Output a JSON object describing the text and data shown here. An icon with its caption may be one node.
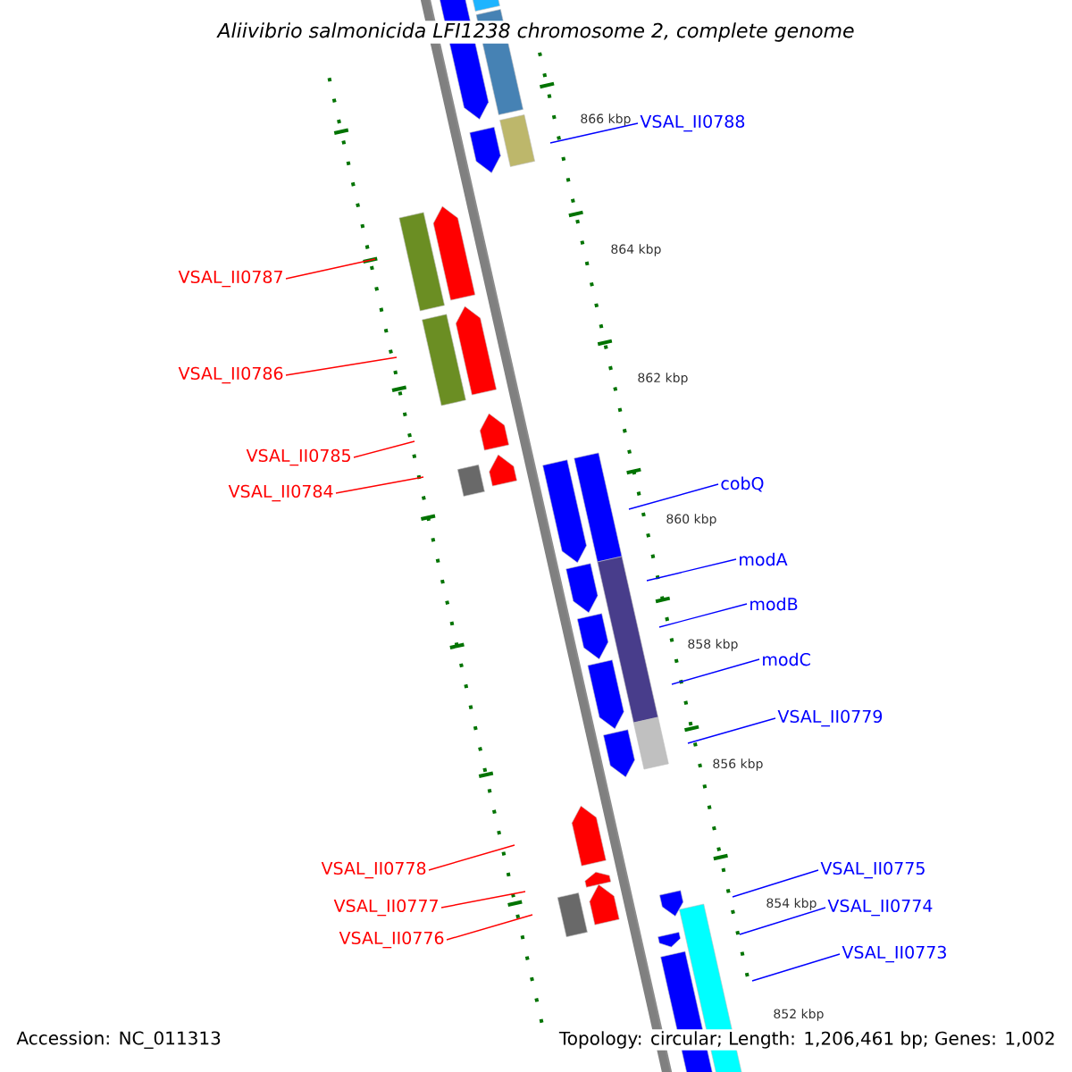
{
  "diagram": {
    "title": "Aliivibrio salmonicida LFI1238 chromosome 2, complete genome",
    "nodes": [
      {
        "text": [
          "VSAL_II0788"
        ]
      },
      {
        "text": [
          "VSAL_II0787"
        ]
      },
      {
        "text": [
          "VSAL_II0786"
        ]
      },
      {
        "text": [
          "VSAL_II0785"
        ]
      },
      {
        "text": [
          "VSAL_II0784"
        ]
      },
      {
        "text": [
          "cobQ"
        ]
      },
      {
        "text": [
          "modA"
        ]
      },
      {
        "text": [
          "modB"
        ]
      },
      {
        "text": [
          "modC"
        ]
      },
      {
        "text": [
          "VSAL_II0779"
        ]
      },
      {
        "text": [
          "VSAL_II0778"
        ]
      },
      {
        "text": [
          "VSAL_II0777"
        ]
      },
      {
        "text": [
          "VSAL_II0776"
        ]
      },
      {
        "text": [
          "VSAL_II0775"
        ]
      },
      {
        "text": [
          "VSAL_II0774"
        ]
      },
      {
        "text": [
          "VSAL_II0773"
        ]
      }
    ],
    "edges": [
      {
        "from": 0,
        "to": null,
        "arrow": "none",
        "color": "#0000ff"
      },
      {
        "from": 1,
        "to": null,
        "arrow": "none",
        "color": "#ff0000"
      },
      {
        "from": 2,
        "to": null,
        "arrow": "none",
        "color": "#ff0000"
      },
      {
        "from": 3,
        "to": null,
        "arrow": "none",
        "color": "#ff0000"
      },
      {
        "from": 4,
        "to": null,
        "arrow": "none",
        "color": "#ff0000"
      },
      {
        "from": 5,
        "to": null,
        "arrow": "none",
        "color": "#0000ff"
      },
      {
        "from": 6,
        "to": null,
        "arrow": "none",
        "color": "#0000ff"
      },
      {
        "from": 7,
        "to": null,
        "arrow": "none",
        "color": "#0000ff"
      },
      {
        "from": 8,
        "to": null,
        "arrow": "none",
        "color": "#0000ff"
      },
      {
        "from": 9,
        "to": null,
        "arrow": "none",
        "color": "#0000ff"
      },
      {
        "from": 10,
        "to": null,
        "arrow": "none",
        "color": "#ff0000"
      },
      {
        "from": 11,
        "to": null,
        "arrow": "none",
        "color": "#ff0000"
      },
      {
        "from": 12,
        "to": null,
        "arrow": "none",
        "color": "#ff0000"
      },
      {
        "from": 13,
        "to": null,
        "arrow": "none",
        "color": "#0000ff"
      },
      {
        "from": 14,
        "to": null,
        "arrow": "none",
        "color": "#0000ff"
      },
      {
        "from": 15,
        "to": null,
        "arrow": "none",
        "color": "#0000ff"
      }
    ],
    "labels": [
      "866 kbp",
      "864 kbp",
      "862 kbp",
      "860 kbp",
      "858 kbp",
      "856 kbp",
      "854 kbp",
      "852 kbp",
      "Accession: NC_011313",
      "Topology: circular; Length: 1,206,461 bp; Genes: 1,002"
    ]
  }
}
